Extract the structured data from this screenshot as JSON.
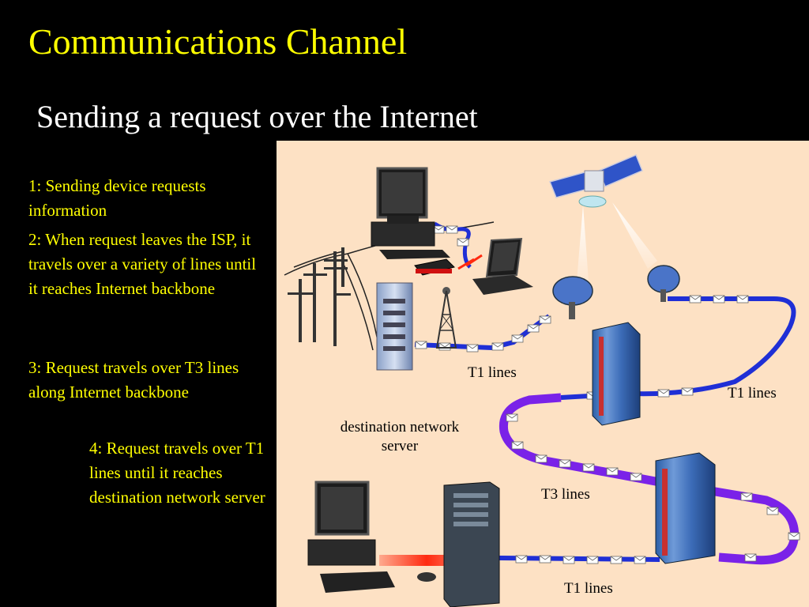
{
  "slide": {
    "title": "Communications Channel",
    "subtitle": "Sending a request over the Internet"
  },
  "steps": [
    "1: Sending device requests information",
    "2: When request leaves the ISP, it travels over a variety of lines until it reaches Internet backbone",
    "3: Request travels over T3 lines along Internet backbone",
    "4: Request travels over T1 lines until it reaches destination network server"
  ],
  "diagram": {
    "labels": {
      "t1_lines_a": "T1 lines",
      "t1_lines_b": "T1 lines",
      "t3_lines": "T3 lines",
      "t1_lines_c": "T1 lines",
      "destination_server": "destination network server"
    },
    "colors": {
      "title": "#ffff00",
      "subtitle": "#ffffff",
      "panel_background": "#fde1c4",
      "t1_line": "#1f2fd6",
      "t3_line": "#7a22e8",
      "signal": "#ff2a10"
    },
    "icons": [
      "desktop-computer-icon",
      "laptop-icon",
      "modem-icon",
      "utility-pole-icon",
      "isp-server-rack-icon",
      "radio-tower-icon",
      "satellite-icon",
      "satellite-dish-icon",
      "mainframe-server-icon",
      "destination-computer-icon",
      "tower-server-icon",
      "envelope-icon"
    ]
  }
}
